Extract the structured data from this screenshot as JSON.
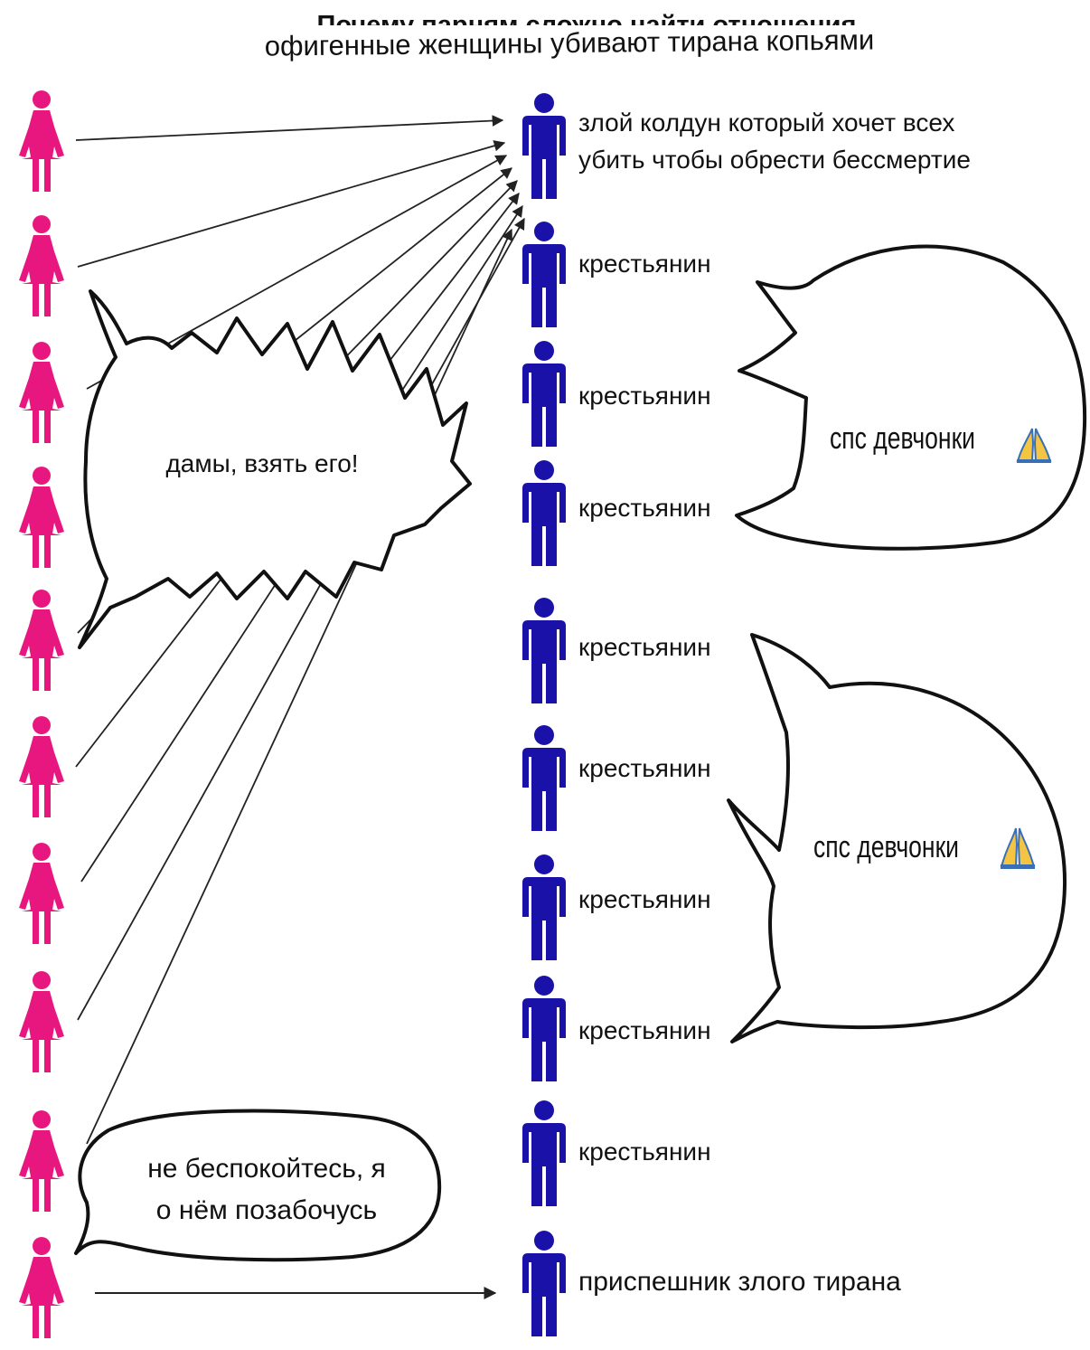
{
  "header": {
    "title": "Почему парням сложно найти отношения",
    "subtitle": "офигенные женщины убивают тирана копьями"
  },
  "colors": {
    "woman": "#e8177f",
    "man": "#1a12a8",
    "line": "#222222"
  },
  "icons": {
    "women": "woman-icon",
    "men": "man-icon",
    "emoji": "praying-hands-emoji"
  },
  "men": {
    "labels": [
      "злой колдун который хочет всех",
      "убить чтобы обрести бессмертие",
      "крестьянин",
      "крестьянин",
      "крестьянин",
      "крестьянин",
      "крестьянин",
      "крестьянин",
      "крестьянин",
      "крестьянин",
      "приспешник злого тирана"
    ]
  },
  "bubbles": {
    "battle_cry": "дамы, взять его!",
    "thanks_1": "спс девчонки",
    "thanks_2": "спс девчонки",
    "reassure_1": "не беспокойтесь, я",
    "reassure_2": "о нём позабочусь"
  }
}
